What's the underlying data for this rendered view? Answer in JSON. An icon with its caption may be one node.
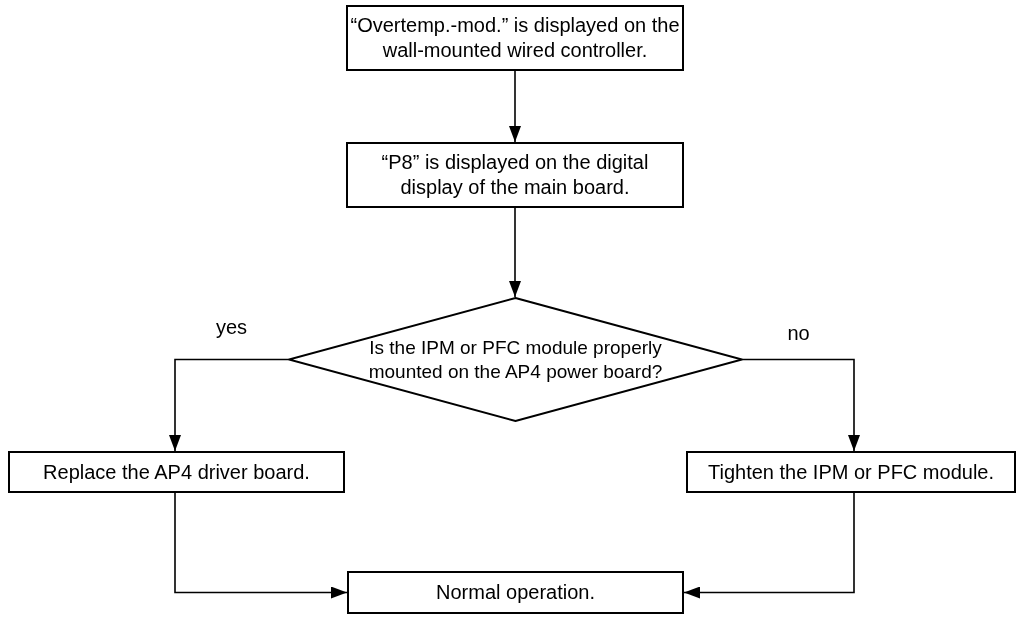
{
  "diagram": {
    "nodes": [
      {
        "text": [
          "“Overtemp.-mod.” is displayed on the wall-mounted wired controller."
        ]
      },
      {
        "text": [
          "“P8” is displayed on the digital display of the main board."
        ]
      },
      {
        "text": [
          "Is the IPM or PFC module properly mounted on the AP4 power board?"
        ]
      },
      {
        "text": [
          "Replace the AP4 driver board."
        ]
      },
      {
        "text": [
          "Tighten the IPM or PFC module."
        ]
      },
      {
        "text": [
          "Normal operation."
        ]
      }
    ],
    "edges": [
      {
        "from": 0,
        "to": 1,
        "arrow": "to"
      },
      {
        "from": 1,
        "to": 2,
        "arrow": "to"
      },
      {
        "from": 2,
        "to": 3,
        "arrow": "to",
        "label": "yes"
      },
      {
        "from": 2,
        "to": 4,
        "arrow": "to",
        "label": "no"
      },
      {
        "from": 3,
        "to": 5,
        "arrow": "to"
      },
      {
        "from": 4,
        "to": 5,
        "arrow": "to"
      }
    ]
  }
}
